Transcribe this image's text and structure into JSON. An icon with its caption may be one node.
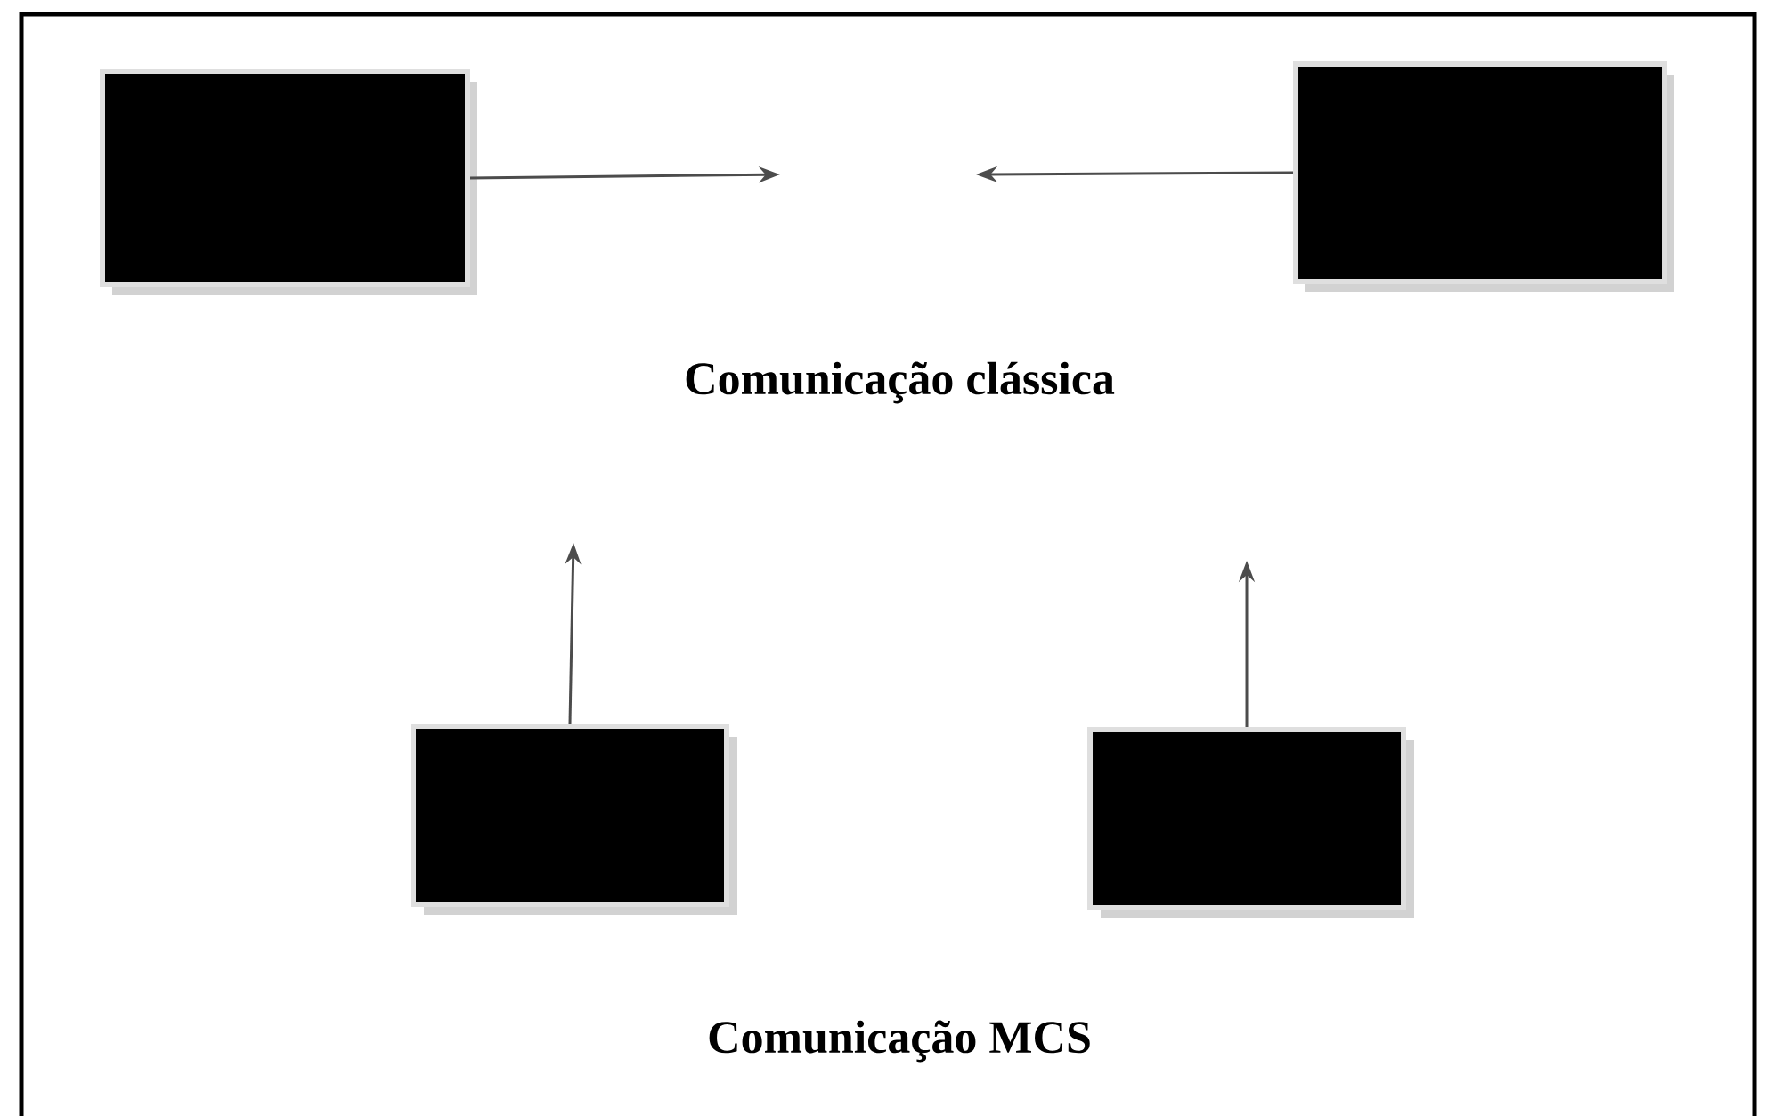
{
  "diagram": {
    "nodes": [
      {
        "text": [],
        "shape": "box"
      },
      {
        "text": [],
        "shape": "box"
      },
      {
        "text": [],
        "shape": "box"
      },
      {
        "text": [],
        "shape": "box"
      }
    ],
    "edges": [
      {
        "from": 0,
        "to": null,
        "arrow": "to"
      },
      {
        "from": 1,
        "to": null,
        "arrow": "to"
      },
      {
        "from": 2,
        "to": null,
        "arrow": "to"
      },
      {
        "from": 3,
        "to": null,
        "arrow": "to"
      }
    ],
    "labels": [
      "Comunicação clássica",
      "Comunicação MCS"
    ]
  }
}
